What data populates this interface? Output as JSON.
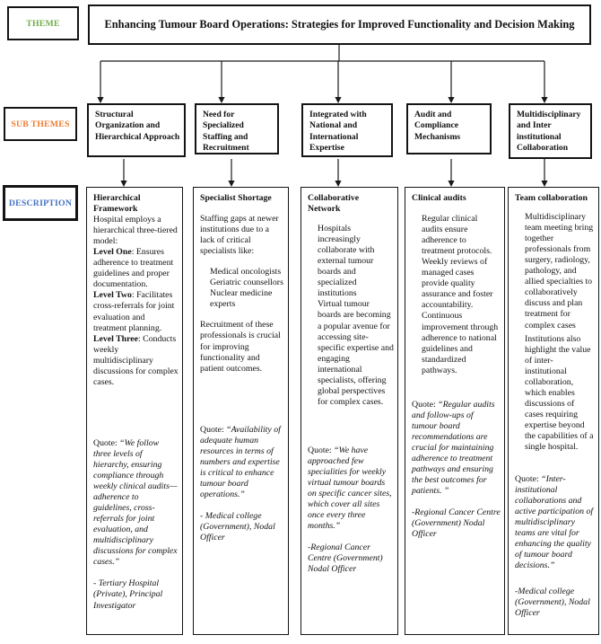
{
  "colors": {
    "theme_label": "#70AD47",
    "subthemes_label": "#ED7D31",
    "description_label": "#4472C4",
    "line": "#1a1a1a"
  },
  "theme": {
    "label": "THEME",
    "title": "Enhancing Tumour Board Operations: Strategies for Improved Functionality and Decision Making"
  },
  "row_labels": {
    "subthemes": "SUB THEMES",
    "description": "DESCRIPTION"
  },
  "columns": [
    {
      "subtheme": "Structural Organization and Hierarchical Approach",
      "paragraphs": [
        {
          "heading": true,
          "runs": [
            {
              "text": "Hierarchical Framework"
            }
          ]
        },
        {
          "runs": [
            {
              "text": "Hospital employs a hierarchical three-tiered model:"
            }
          ]
        },
        {
          "runs": [
            {
              "text": "Level One",
              "bold": true
            },
            {
              "text": ": Ensures adherence to treatment guidelines and proper documentation."
            }
          ]
        },
        {
          "runs": [
            {
              "text": "Level Two",
              "bold": true
            },
            {
              "text": ": Facilitates cross-referrals for joint evaluation and treatment planning."
            }
          ]
        },
        {
          "runs": [
            {
              "text": "Level Three",
              "bold": true
            },
            {
              "text": ": Conducts weekly multidisciplinary discussions for complex cases."
            }
          ]
        },
        {
          "gap": 56,
          "runs": [
            {
              "text": "Quote: "
            },
            {
              "text": "“We follow three levels of hierarchy, ensuring compliance through weekly clinical audits—adherence to guidelines, cross-referrals for joint evaluation, and multidisciplinary discussions for complex cases.”",
              "italic": true
            }
          ]
        },
        {
          "gap": 12,
          "runs": [
            {
              "text": "- Tertiary Hospital (Private), Principal Investigator",
              "italic": true
            }
          ]
        }
      ]
    },
    {
      "subtheme": "Need for Specialized Staffing and Recruitment",
      "paragraphs": [
        {
          "heading": true,
          "runs": [
            {
              "text": "Specialist Shortage"
            }
          ]
        },
        {
          "gap": 11,
          "runs": [
            {
              "text": "Staffing gaps at newer institutions due to a lack of critical specialists like:"
            }
          ]
        },
        {
          "gap": 11,
          "indent": true,
          "runs": [
            {
              "text": "Medical oncologists"
            }
          ]
        },
        {
          "indent": true,
          "runs": [
            {
              "text": "Geriatric counsellors"
            }
          ]
        },
        {
          "indent": true,
          "runs": [
            {
              "text": "Nuclear medicine experts"
            }
          ]
        },
        {
          "gap": 11,
          "runs": [
            {
              "text": "Recruitment of these professionals is crucial for improving functionality and patient outcomes."
            }
          ]
        },
        {
          "gap": 56,
          "runs": [
            {
              "text": "Quote: "
            },
            {
              "text": "“Availability of adequate human resources in terms of numbers and expertise is critical to enhance tumour board operations.”",
              "italic": true
            }
          ]
        },
        {
          "gap": 12,
          "runs": [
            {
              "text": "- Medical college (Government), Nodal Officer",
              "italic": true
            }
          ]
        }
      ]
    },
    {
      "subtheme": "Integrated with National and International Expertise",
      "paragraphs": [
        {
          "heading": true,
          "runs": [
            {
              "text": "Collaborative Network"
            }
          ]
        },
        {
          "gap": 10,
          "indent": true,
          "runs": [
            {
              "text": "Hospitals increasingly collaborate with external tumour boards and specialized institutions"
            }
          ]
        },
        {
          "indent": true,
          "runs": [
            {
              "text": "Virtual tumour boards are becoming a popular avenue for accessing site-specific expertise and engaging international specialists, offering global perspectives for complex cases."
            }
          ]
        },
        {
          "gap": 42,
          "runs": [
            {
              "text": "Quote: "
            },
            {
              "text": "“We have approached few specialities for weekly virtual tumour boards on specific cancer sites, which cover all sites once every three months.”",
              "italic": true
            }
          ]
        },
        {
          "gap": 12,
          "runs": [
            {
              "text": "-Regional Cancer Centre (Government) Nodal Officer",
              "italic": true
            }
          ]
        }
      ]
    },
    {
      "subtheme": "Audit and Compliance Mechanisms",
      "paragraphs": [
        {
          "heading": true,
          "runs": [
            {
              "text": "Clinical audits"
            }
          ]
        },
        {
          "gap": 11,
          "indent": true,
          "runs": [
            {
              "text": "Regular clinical audits ensure adherence to treatment protocols."
            }
          ]
        },
        {
          "indent": true,
          "runs": [
            {
              "text": "Weekly reviews of managed cases provide quality assurance and foster accountability."
            }
          ]
        },
        {
          "indent": true,
          "runs": [
            {
              "text": "Continuous improvement through adherence to national guidelines and standardized pathways."
            }
          ]
        },
        {
          "gap": 26,
          "runs": [
            {
              "text": "Quote: "
            },
            {
              "text": "“Regular audits and follow-ups of tumour board recommendations are crucial for maintaining adherence to treatment pathways and ensuring the best outcomes for patients. ”",
              "italic": true
            }
          ]
        },
        {
          "gap": 12,
          "runs": [
            {
              "text": "-Regional Cancer Centre (Government) Nodal Officer",
              "italic": true
            }
          ]
        }
      ]
    },
    {
      "subtheme": "Multidisciplinary and Inter institutional Collaboration",
      "paragraphs": [
        {
          "heading": true,
          "runs": [
            {
              "text": "Team collaboration"
            }
          ]
        },
        {
          "gap": 9,
          "indent": true,
          "runs": [
            {
              "text": "Multidisciplinary team meeting bring together professionals from surgery, radiology, pathology, and allied specialties to collaboratively discuss and plan treatment for complex cases"
            }
          ]
        },
        {
          "gap": 3,
          "indent": true,
          "runs": [
            {
              "text": "Institutions also highlight the value of inter-institutional collaboration, which enables discussions of cases requiring expertise beyond the capabilities of a single hospital."
            }
          ]
        },
        {
          "gap": 24,
          "runs": [
            {
              "text": "Quote: "
            },
            {
              "text": "“Inter-institutional collaborations and active participation of multidisciplinary teams are vital for enhancing the quality of tumour board decisions.”",
              "italic": true
            }
          ]
        },
        {
          "gap": 16,
          "runs": [
            {
              "text": "-Medical college (Government), Nodal Officer",
              "italic": true
            }
          ]
        }
      ]
    }
  ]
}
